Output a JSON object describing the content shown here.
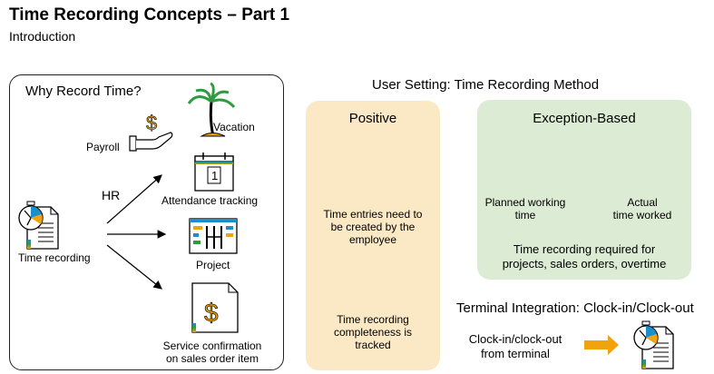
{
  "header": {
    "title": "Time Recording Concepts – Part 1",
    "subtitle": "Introduction"
  },
  "why": {
    "title": "Why Record Time?",
    "hr_label": "HR",
    "source_label": "Time recording",
    "payroll_label": "Payroll",
    "vacation_label": "Vacation",
    "attendance_label": "Attendance tracking",
    "project_label": "Project",
    "service_label_line1": "Service confirmation",
    "service_label_line2": "on sales order item"
  },
  "method": {
    "heading": "User Setting: Time Recording Method",
    "positive": {
      "title": "Positive",
      "desc_line1": "Time entries need to",
      "desc_line2": "be created by the",
      "desc_line3": "employee",
      "tracked_line1": "Time recording",
      "tracked_line2": "completeness is",
      "tracked_line3": "tracked"
    },
    "exception": {
      "title": "Exception-Based",
      "planned_line1": "Planned working",
      "planned_line2": "time",
      "actual_line1": "Actual",
      "actual_line2": "time worked",
      "note_line1": "Time recording required for",
      "note_line2": "projects, sales orders, overtime"
    }
  },
  "terminal": {
    "heading": "Terminal Integration: Clock-in/Clock-out",
    "desc_line1": "Clock-in/clock-out",
    "desc_line2": "from terminal"
  },
  "colors": {
    "positive_bg": "#fbe9c5",
    "exception_bg": "#dcebd3",
    "accent_orange": "#f0a30a",
    "accent_blue": "#1a8fc9",
    "accent_green": "#2e9b3f",
    "accent_red": "#e03a2e"
  },
  "icons": [
    "document-clock-icon",
    "money-hand-icon",
    "palm-tree-icon",
    "calendar-icon",
    "project-gantt-icon",
    "invoice-dollar-icon",
    "card-swipe-icon",
    "status-shapes-icon",
    "calendar-clock-icon",
    "arrow-right-icon"
  ]
}
